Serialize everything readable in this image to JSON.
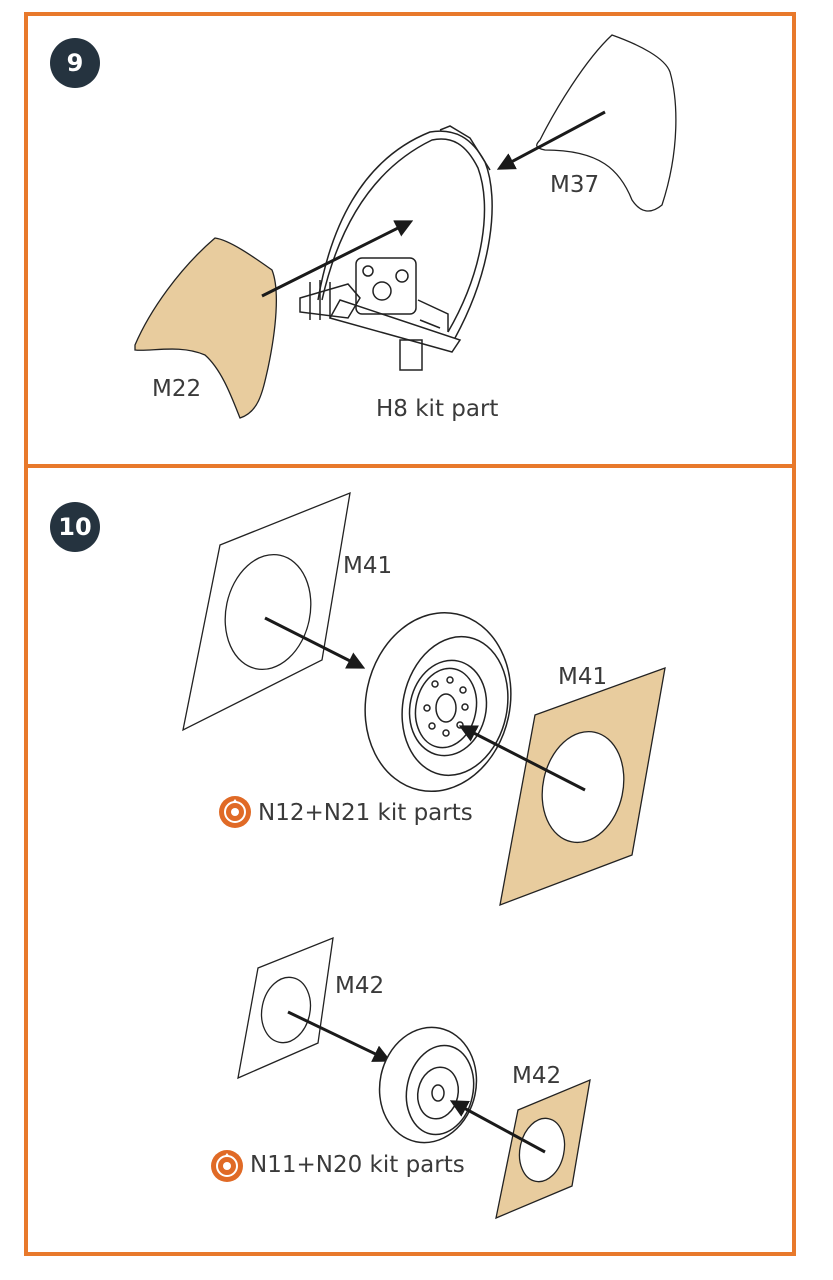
{
  "steps": [
    {
      "number": "9",
      "labels": {
        "part_a": "M37",
        "part_b": "M22",
        "kit_part": "H8 kit part"
      }
    },
    {
      "number": "10",
      "labels": {
        "large_mask_front": "M41",
        "large_mask_back": "M41",
        "large_kit_parts": "N12+N21 kit parts",
        "small_mask_front": "M42",
        "small_mask_back": "M42",
        "small_kit_parts": "N11+N20 kit parts"
      }
    }
  ],
  "colors": {
    "panel_border": "#e8792b",
    "badge_fill": "#25333f",
    "mask_fill": "#e8cc9e",
    "warning_icon": "#e06a26"
  },
  "icons": {
    "kit_part_marker": "warning-circle-icon"
  }
}
